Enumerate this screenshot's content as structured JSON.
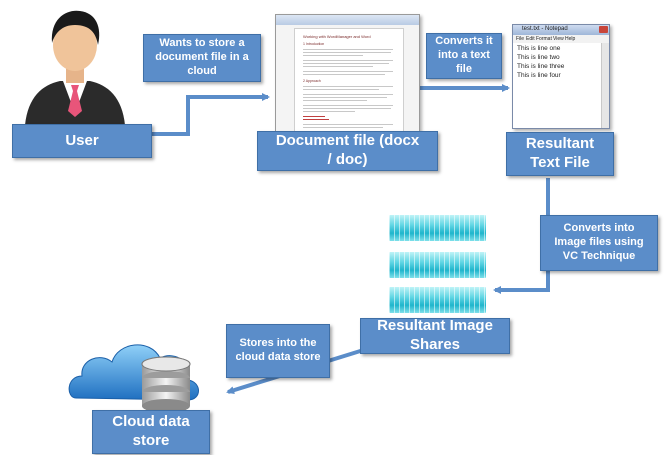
{
  "boxes": {
    "user_label": "User",
    "user_note": "Wants to store a document file in a cloud",
    "doc_label": "Document file (docx / doc)",
    "convert_text_note": "Converts it into a text file",
    "text_file_label": "Resultant Text File",
    "convert_image_note": "Converts into Image files using VC Technique",
    "shares_label": "Resultant Image Shares",
    "store_note": "Stores into the cloud data store",
    "cloud_label": "Cloud data store"
  },
  "document": {
    "heading": "Working with WordManager and Word",
    "section1": "1 Introduction",
    "section2": "2 Approach"
  },
  "notepad": {
    "title": "test.txt - Notepad",
    "menu": [
      "File",
      "Edit",
      "Format",
      "View",
      "Help"
    ],
    "lines": [
      "This is line one",
      "This is line two",
      "This is line three",
      "This is line four"
    ]
  },
  "colors": {
    "box": "#5b8dc9",
    "arrow": "#5b8dc9",
    "share": "#1fb5cc"
  }
}
